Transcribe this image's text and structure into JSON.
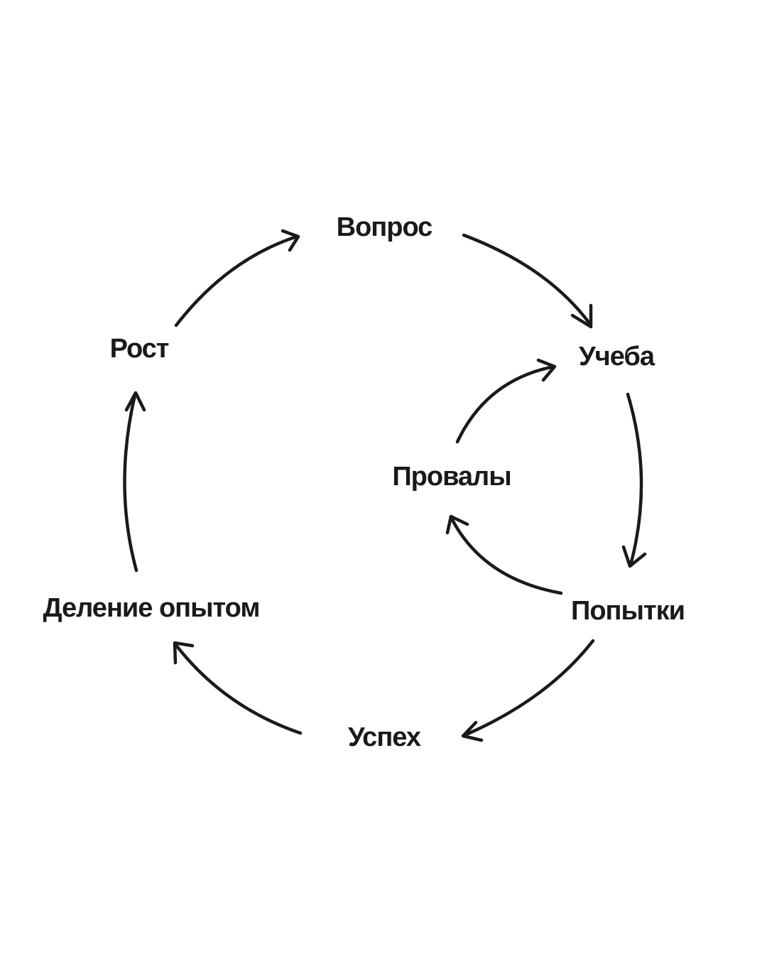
{
  "nodes": {
    "question": "Вопрос",
    "study": "Учеба",
    "attempts": "Попытки",
    "success": "Успех",
    "sharing": "Деление опытом",
    "growth": "Рост",
    "failures": "Провалы"
  },
  "colors": {
    "ink": "#1a1a1a",
    "background": "#ffffff"
  }
}
